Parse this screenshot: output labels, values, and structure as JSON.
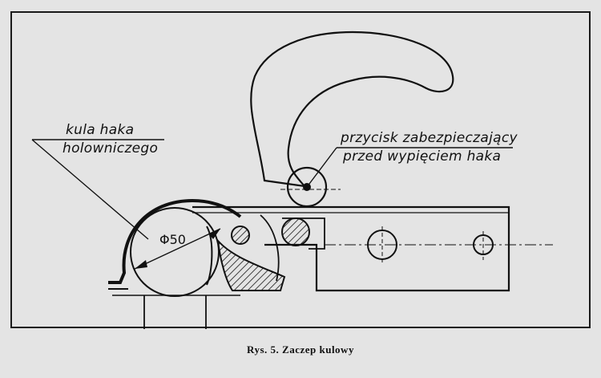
{
  "labels": {
    "ball_line1": "kula haka",
    "ball_line2": "holowniczego",
    "button_line1": "przycisk zabezpieczający",
    "button_line2": "przed wypięciem haka",
    "diameter": "Φ50"
  },
  "caption": "Rys. 5. Zaczep kulowy"
}
